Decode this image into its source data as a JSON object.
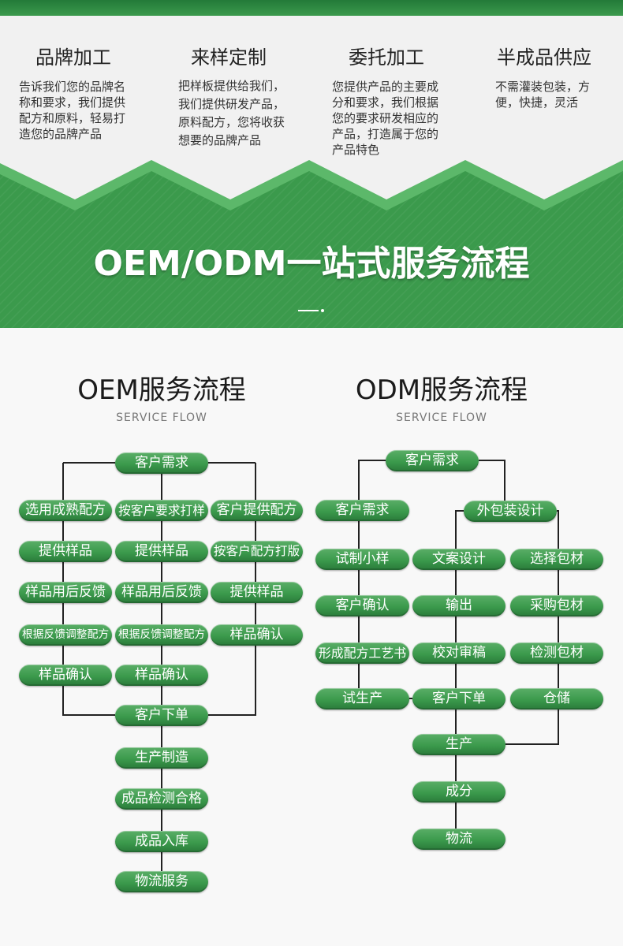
{
  "colors": {
    "brand_green": "#3b9a4c",
    "highlight_green": "#5cb86a",
    "pill_top": "#5aae67",
    "pill_bottom": "#2a7a3a",
    "connector": "#222222"
  },
  "services": [
    {
      "title": "品牌加工",
      "lines": [
        "告诉我们您的品牌名",
        "称和要求，我们提供",
        "配方和原料，轻易打",
        "造您的品牌产品"
      ]
    },
    {
      "title": "来样定制",
      "lines": [
        "把样板提供给我们，",
        "我们提供研发产品，",
        "原料配方，您将收获",
        "想要的品牌产品"
      ]
    },
    {
      "title": "委托加工",
      "lines": [
        "您提供产品的主要成",
        "分和要求，我们根据",
        "您的要求研发相应的",
        "产品，打造属于您的",
        "产品特色"
      ]
    },
    {
      "title": "半成品供应",
      "lines": [
        "不需灌装包装，方",
        "便，快捷，灵活"
      ]
    }
  ],
  "banner": {
    "title": "OEM/ODM一站式服务流程"
  },
  "oem": {
    "title": "OEM服务流程",
    "subtitle": "SERVICE FLOW",
    "start": "客户需求",
    "branches": [
      [
        "选用成熟配方",
        "提供样品",
        "样品用后反馈",
        "根据反馈调整配方",
        "样品确认"
      ],
      [
        "按客户要求打样",
        "提供样品",
        "样品用后反馈",
        "根据反馈调整配方",
        "样品确认"
      ],
      [
        "客户提供配方",
        "按客户配方打版",
        "提供样品",
        "样品确认"
      ]
    ],
    "trunk": [
      "客户下单",
      "生产制造",
      "成品检测合格",
      "成品入库",
      "物流服务"
    ]
  },
  "odm": {
    "title": "ODM服务流程",
    "subtitle": "SERVICE FLOW",
    "start": "客户需求",
    "formula_column": [
      "客户需求",
      "试制小样",
      "客户确认",
      "形成配方工艺书",
      "试生产"
    ],
    "packaging_design": "外包装设计",
    "copy_column": [
      "文案设计",
      "输出",
      "校对审稿"
    ],
    "material_column": [
      "选择包材",
      "采购包材",
      "检测包材",
      "仓储"
    ],
    "trunk": [
      "客户下单",
      "生产",
      "成分",
      "物流"
    ]
  }
}
